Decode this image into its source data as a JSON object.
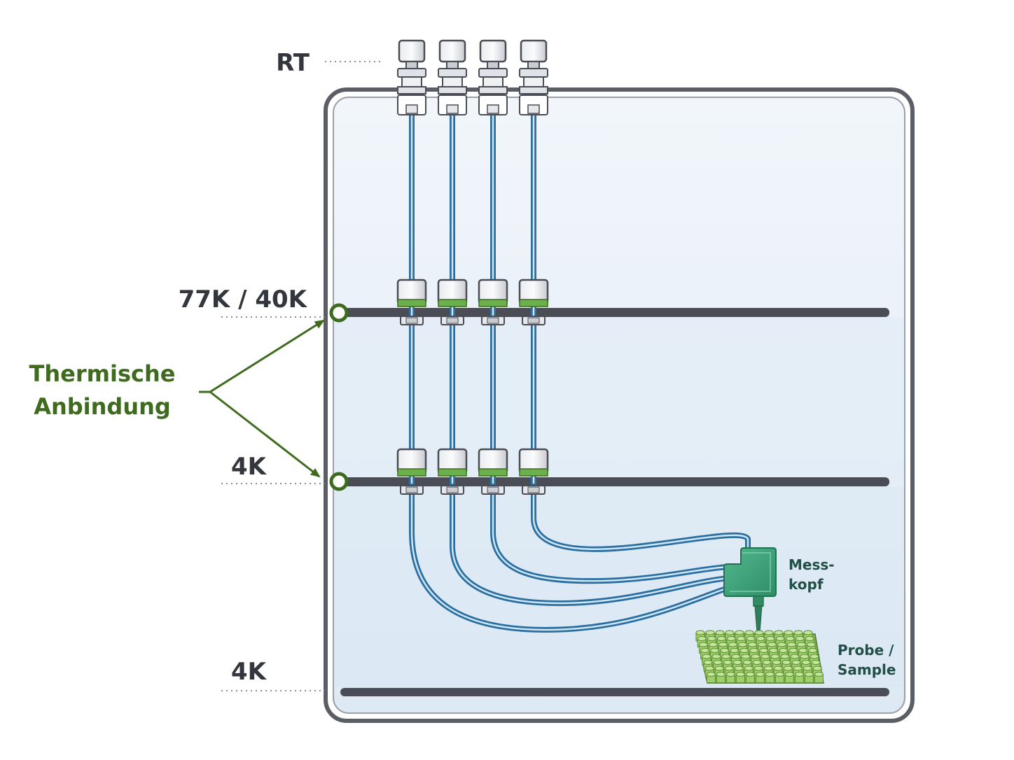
{
  "labels": {
    "rt": "RT",
    "stage_77k_40k": "77K / 40K",
    "stage_4k_upper": "4K",
    "stage_4k_lower": "4K",
    "thermal_line1": "Thermische",
    "thermal_line2": "Anbindung",
    "probe_head_line1": "Mess-",
    "probe_head_line2": "kopf",
    "sample_line1": "Probe /",
    "sample_line2": "Sample"
  },
  "cable_count": 4,
  "colors": {
    "cable": "#2a6fa0",
    "cable_inner": "#cfe6f5",
    "connector_green": "#6ab04c",
    "probe_head": "#3da37a",
    "sample": "#9fcf6c",
    "thermal_link": "#3f6b1e",
    "plate": "#4a4d55",
    "vessel_fill": "#e7f0f8"
  }
}
